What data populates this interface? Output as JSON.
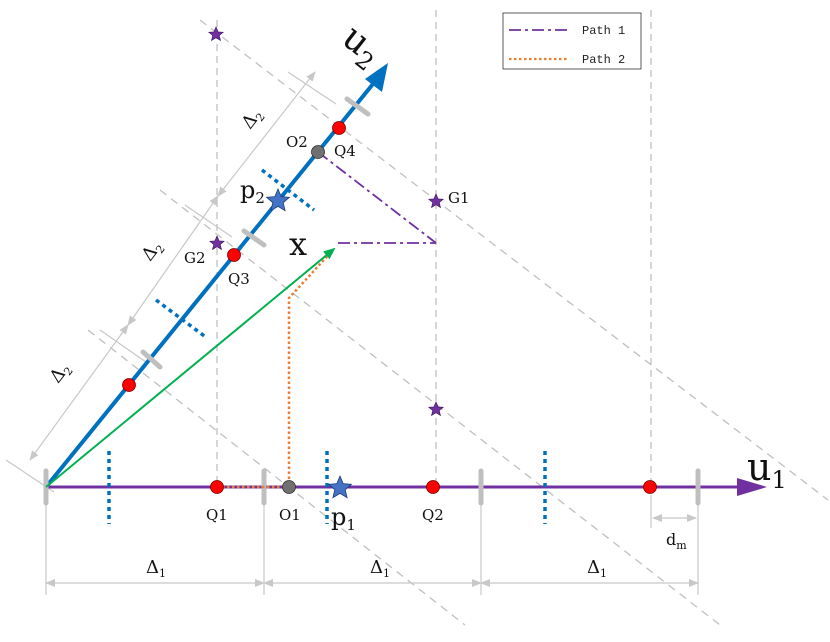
{
  "colors": {
    "u1_axis": "#7030a0",
    "u2_axis": "#0070c0",
    "path1": "#7030a0",
    "path2": "#ed7d31",
    "vector_x": "#00b050",
    "point_fill": "#ff0000",
    "origin_point": "#707070",
    "star_blue": "#4472c4",
    "star_purple": "#7030a0",
    "dashed_grid": "#c0c0c0",
    "tick_gray": "#bfbfbf",
    "tick_blue": "#0070c0"
  },
  "legend": {
    "items": [
      {
        "label": "Path 1",
        "style": "dash-dot",
        "color": "#7030a0"
      },
      {
        "label": "Path 2",
        "style": "dotted",
        "color": "#ed7d31"
      }
    ]
  },
  "axes": {
    "u1": {
      "base": "u",
      "sub": "1"
    },
    "u2": {
      "base": "u",
      "sub": "2"
    },
    "x_label": "x"
  },
  "points": {
    "O1": "O1",
    "O2": "O2",
    "Q1": "Q1",
    "Q2": "Q2",
    "Q3": "Q3",
    "Q4": "Q4",
    "G1": "G1",
    "G2": "G2",
    "p1": {
      "base": "p",
      "sub": "1"
    },
    "p2": {
      "base": "p",
      "sub": "2"
    }
  },
  "dimensions": {
    "delta1": {
      "base": "Δ",
      "sub": "1"
    },
    "delta2": {
      "base": "Δ",
      "sub": "2"
    },
    "dm": {
      "base": "d",
      "sub": "m"
    }
  }
}
